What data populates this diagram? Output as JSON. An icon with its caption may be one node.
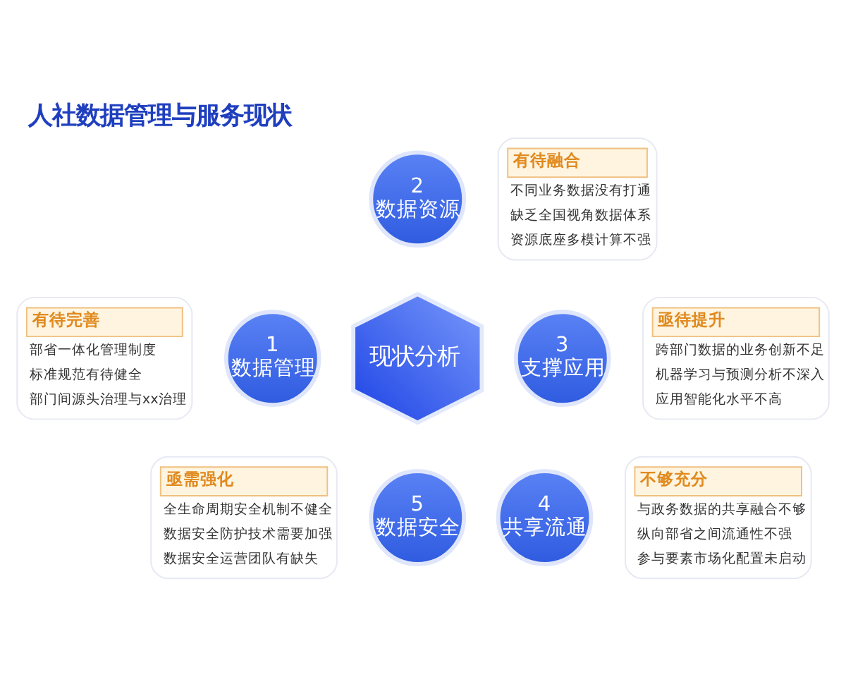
{
  "diagram": {
    "title": "人社数据管理与服务现状",
    "nodes": [
      {
        "text": [
          "有待融合",
          "不同业务数据没有打通",
          "缺乏全国视角数据体系",
          "资源底座多模计算不强"
        ]
      },
      {
        "text": [
          "2",
          "数据资源"
        ]
      },
      {
        "text": [
          "有待完善",
          "部省一体化管理制度",
          "标准规范有待健全",
          "部门间源头治理与xx治理"
        ]
      },
      {
        "text": [
          "1",
          "数据管理"
        ]
      },
      {
        "text": [
          "现状分析"
        ]
      },
      {
        "text": [
          "3",
          "支撑应用"
        ]
      },
      {
        "text": [
          "亟待提升",
          "跨部门数据的业务创新不足",
          "机器学习与预测分析不深入",
          "应用智能化水平不高"
        ]
      },
      {
        "text": [
          "亟需强化",
          "全生命周期安全机制不健全",
          "数据安全防护技术需要加强",
          "数据安全运营团队有缺失"
        ]
      },
      {
        "text": [
          "5",
          "数据安全"
        ]
      },
      {
        "text": [
          "4",
          "共享流通"
        ]
      },
      {
        "text": [
          "不够充分",
          "与政务数据的共享融合不够",
          "纵向部省之间流通性不强",
          "参与要素市场化配置未启动"
        ]
      }
    ]
  }
}
